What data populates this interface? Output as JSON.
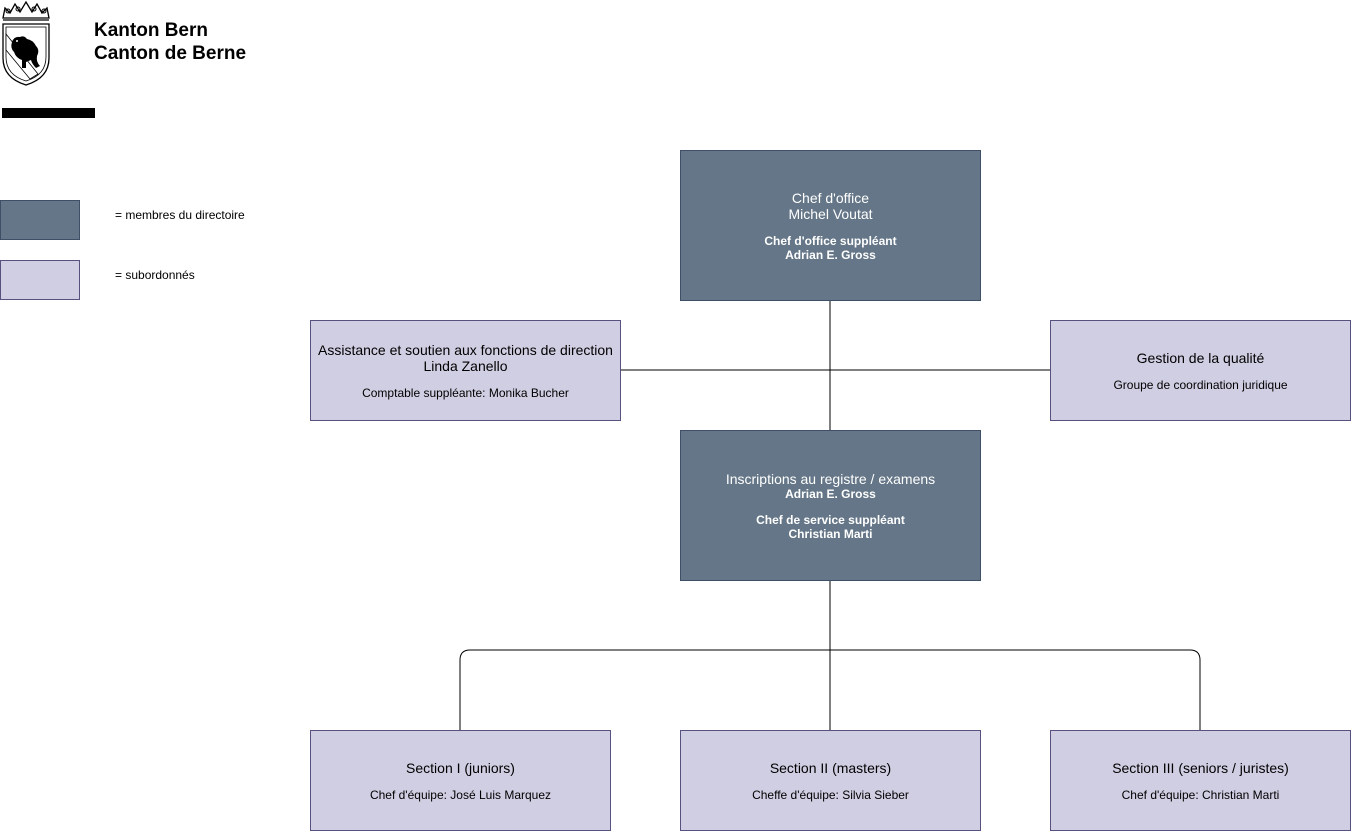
{
  "header": {
    "line1": "Kanton Bern",
    "line2": "Canton de Berne"
  },
  "legend": [
    {
      "label": "= membres du directoire",
      "color": "#647687"
    },
    {
      "label": "= subordonnés",
      "color": "#d0cee2"
    }
  ],
  "org": {
    "chef": {
      "title": "Chef d'office",
      "name": "Michel Voutat",
      "deputy_title": "Chef d'office suppléant",
      "deputy_name": "Adrian E. Gross"
    },
    "assistance": {
      "title": "Assistance et soutien aux fonctions de direction",
      "name": "Linda Zanello",
      "note": "Comptable suppléante: Monika Bucher"
    },
    "quality": {
      "title": "Gestion de la qualité",
      "note": "Groupe de coordination juridique"
    },
    "inscriptions": {
      "title": "Inscriptions au registre / examens",
      "name": "Adrian E. Gross",
      "deputy_title": "Chef de service suppléant",
      "deputy_name": "Christian Marti"
    },
    "sections": [
      {
        "title": "Section I (juniors)",
        "lead": "Chef d'équipe: José Luis Marquez"
      },
      {
        "title": "Section II (masters)",
        "lead": "Cheffe d'équipe: Silvia Sieber"
      },
      {
        "title": "Section III (seniors / juristes)",
        "lead": "Chef d'équipe: Christian Marti"
      }
    ]
  },
  "colors": {
    "directorate": "#647687",
    "subordinate": "#d0cee2"
  }
}
